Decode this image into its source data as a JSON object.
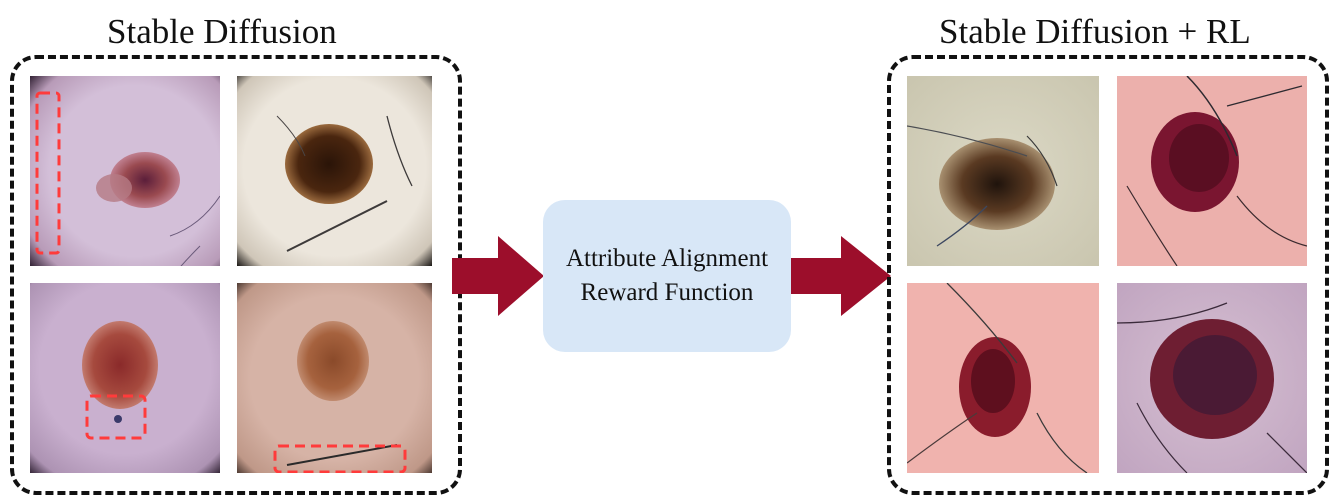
{
  "left_group": {
    "title": "Stable Diffusion"
  },
  "right_group": {
    "title": "Stable Diffusion + RL"
  },
  "center": {
    "line1": "Attribute Alignment",
    "line2": "Reward Function"
  },
  "colors": {
    "arrow": "#9c0e2b",
    "reward_box": "#d8e7f7",
    "artifact_highlight": "#ff3b3b",
    "dash_border": "#111111"
  }
}
